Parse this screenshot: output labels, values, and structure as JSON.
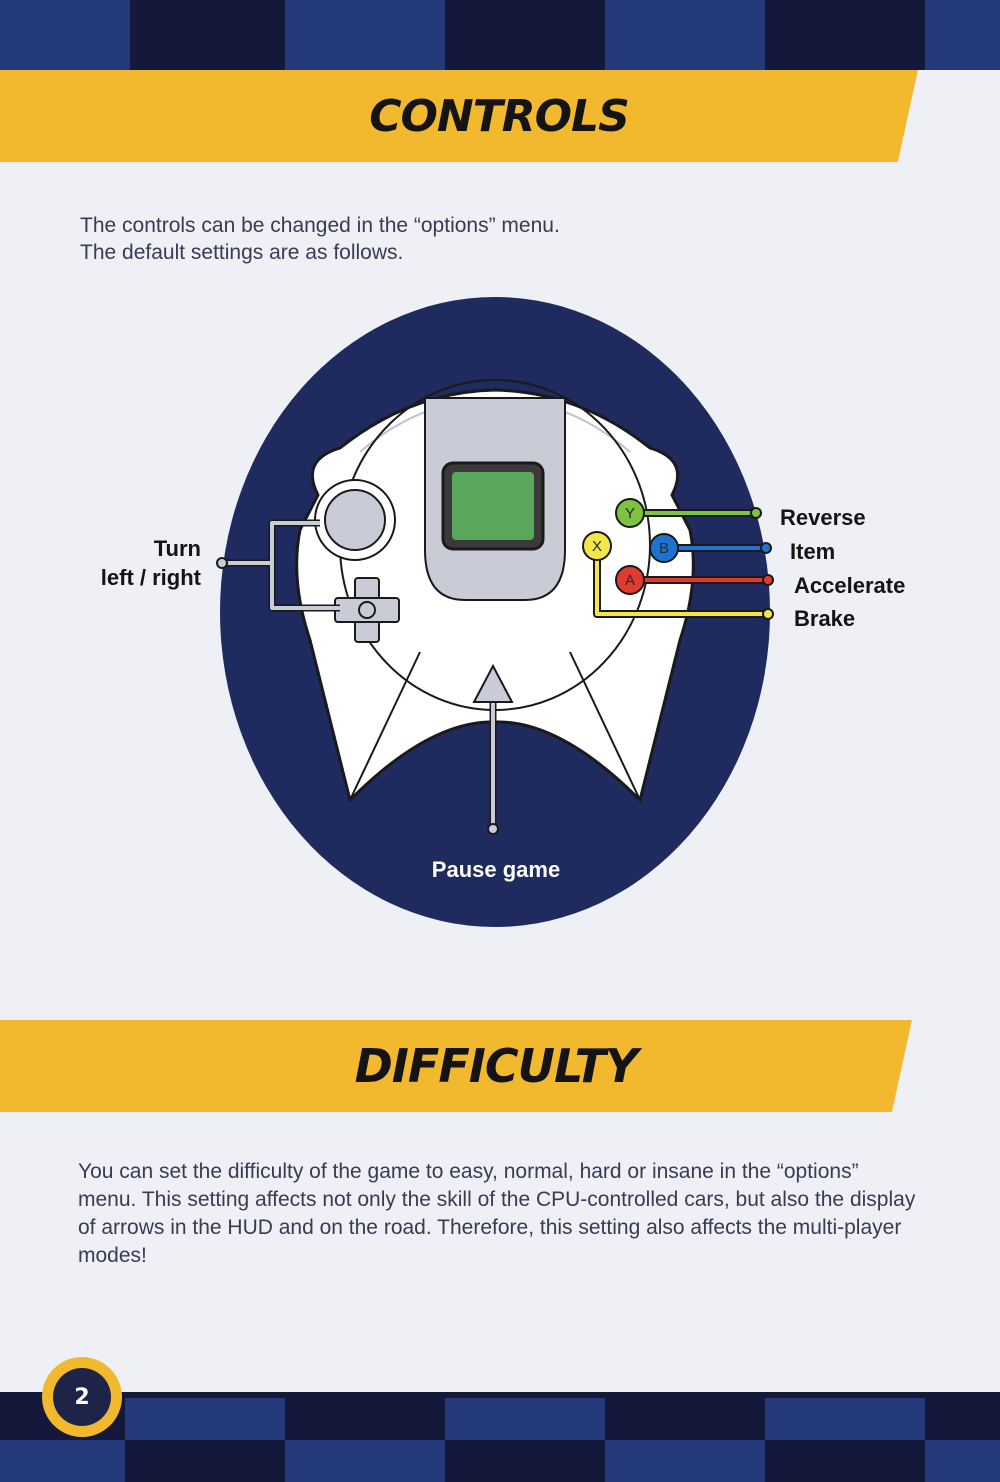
{
  "colors": {
    "navy": "#1f2a5e",
    "checker_dark": "#14183a",
    "checker_light": "#243a7a",
    "banner_yellow": "#f2b92f",
    "page_background": "#eef0f5",
    "button_y": "#7ec242",
    "button_b": "#1e73d2",
    "button_a": "#e23a2e",
    "button_x": "#f1e64a",
    "vmu_screen": "#5aa65a"
  },
  "controls": {
    "heading": "CONTROLS",
    "intro_line1": "The controls can be changed in the “options” menu.",
    "intro_line2": "The default settings are as follows."
  },
  "controller": {
    "buttons": {
      "y": "Y",
      "b": "B",
      "a": "A",
      "x": "X"
    },
    "labels": {
      "turn_line1": "Turn",
      "turn_line2": "left / right",
      "reverse": "Reverse",
      "item": "Item",
      "accelerate": "Accelerate",
      "brake": "Brake",
      "pause": "Pause game"
    }
  },
  "difficulty": {
    "heading": "DIFFICULTY",
    "body": "You can set the difficulty of the game to easy, normal, hard or insane in the “options” menu. This setting affects not only the skill of the CPU-controlled cars, but also the display of arrows in the HUD and on the road. Therefore, this setting also affects the multi-player modes!"
  },
  "page_number": "2"
}
